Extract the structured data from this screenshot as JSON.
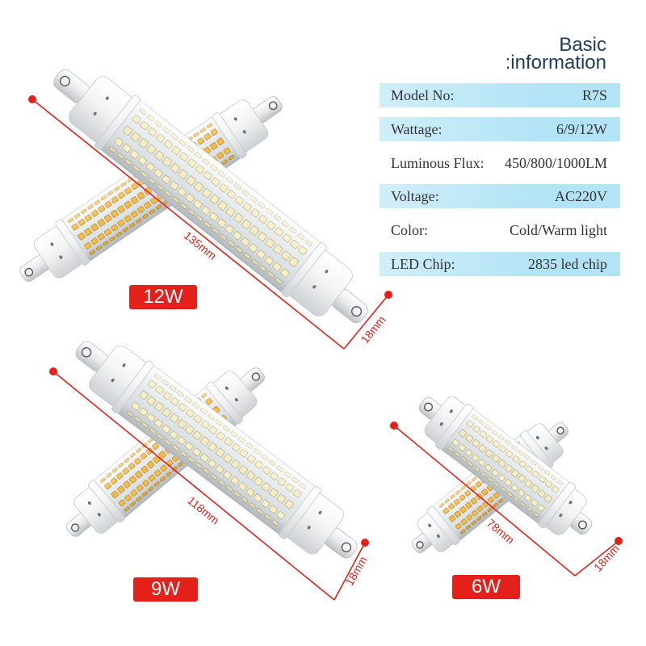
{
  "info": {
    "title_line1": "Basic",
    "title_line2": ":information",
    "rows": [
      {
        "label": "Model No:",
        "value": "R7S"
      },
      {
        "label": "Wattage:",
        "value": "6/9/12W"
      },
      {
        "label": "Luminous Flux:",
        "value": "450/800/1000LM"
      },
      {
        "label": "Voltage:",
        "value": "AC220V"
      },
      {
        "label": "Color:",
        "value": "Cold/Warm light"
      },
      {
        "label": "LED Chip:",
        "value": "2835 led chip"
      }
    ]
  },
  "products": [
    {
      "badge": "12W",
      "length_label": "135mm",
      "diameter_label": "18mm"
    },
    {
      "badge": "9W",
      "length_label": "118mm",
      "diameter_label": "18mm"
    },
    {
      "badge": "6W",
      "length_label": "78mm",
      "diameter_label": "18mm"
    }
  ],
  "colors": {
    "accent_red": "#e3211a",
    "title_navy": "#1f3b5e",
    "row_shade": "#b3e4f6",
    "led_cold": "#f8efc6",
    "led_warm": "#f3bd4c"
  }
}
